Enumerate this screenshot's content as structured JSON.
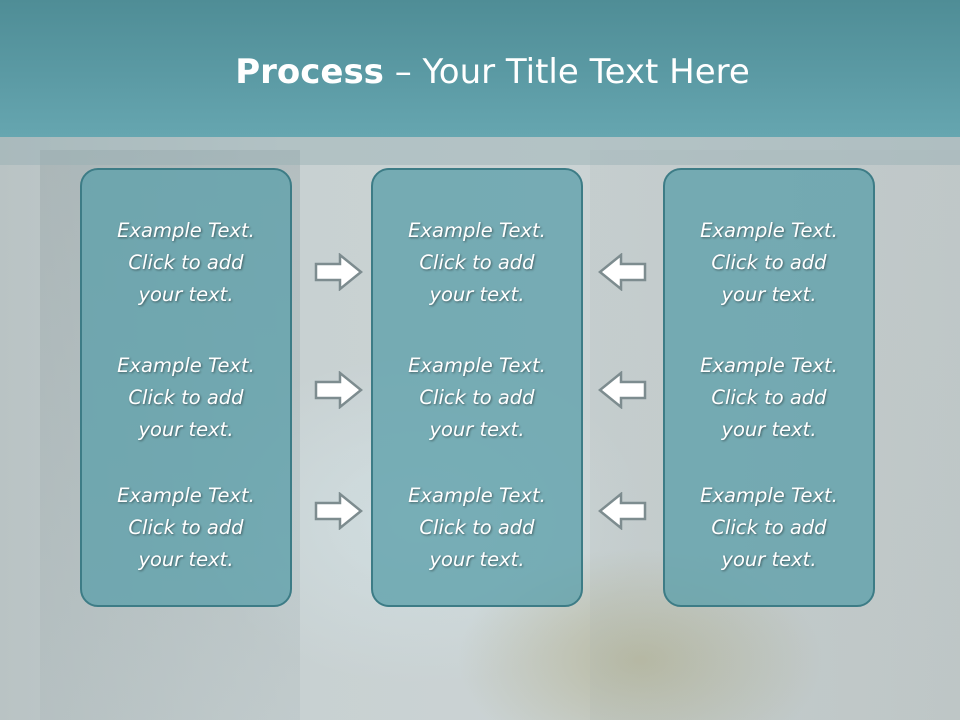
{
  "slide": {
    "title_bold": "Process",
    "title_rest": " – Your Title Text Here"
  },
  "columns": [
    {
      "name": "left",
      "entries": [
        "Example Text.\nClick  to add\nyour text.",
        "Example Text.\nClick  to add\nyour text.",
        "Example Text.\nClick  to add\nyour text."
      ]
    },
    {
      "name": "center",
      "entries": [
        "Example Text.\nClick  to add\nyour text.",
        "Example Text.\nClick  to add\nyour text.",
        "Example Text.\nClick  to add\nyour text."
      ]
    },
    {
      "name": "right",
      "entries": [
        "Example Text.\nClick  to add\nyour text.",
        "Example Text.\nClick  to add\nyour text.",
        "Example Text.\nClick  to add\nyour text."
      ]
    }
  ],
  "arrows": {
    "left_group": "arrow-right-icon",
    "right_group": "arrow-left-icon"
  },
  "colors": {
    "header": "#5b9aa4",
    "box_fill": "#5ea0aa",
    "box_border": "#3d7c86",
    "text": "#ffffff"
  }
}
